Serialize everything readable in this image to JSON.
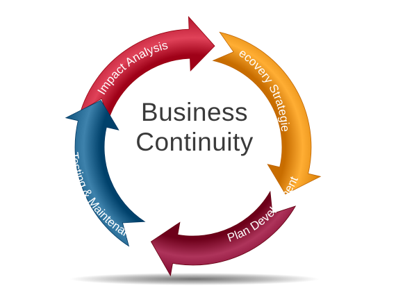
{
  "center": {
    "line1": "Business",
    "line2": "Continuity"
  },
  "segments": [
    {
      "id": "impact",
      "label": "Impact Analysis",
      "color": "#cc2e45"
    },
    {
      "id": "recovery",
      "label": "Recovery Strategies",
      "color": "#f59a20"
    },
    {
      "id": "plan",
      "label": "Plan Development",
      "color": "#9a2047"
    },
    {
      "id": "testing",
      "label": "Testing & Maintenance",
      "color": "#2a6e98"
    }
  ]
}
